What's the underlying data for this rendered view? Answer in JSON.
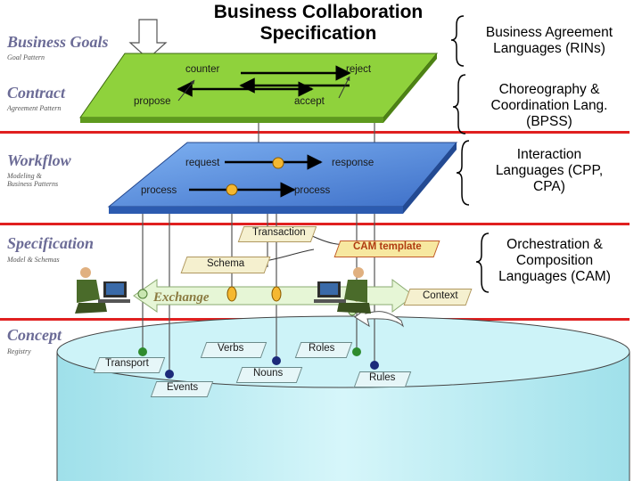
{
  "title": "Business Collaboration\nSpecification",
  "layers": {
    "goals": {
      "name": "Business Goals",
      "sub": "Goal Pattern"
    },
    "contract": {
      "name": "Contract",
      "sub": "Agreement Pattern"
    },
    "workflow": {
      "name": "Workflow",
      "sub": "Modeling &\nBusiness Patterns"
    },
    "specification": {
      "name": "Specification",
      "sub": "Model & Schemas"
    },
    "concept": {
      "name": "Concept",
      "sub": "Registry"
    }
  },
  "languages": [
    "Business Agreement\nLanguages (RINs)",
    "Choreography &\nCoordination Lang.\n(BPSS)",
    "Interaction\nLanguages (CPP,\nCPA)",
    "Orchestration &\nComposition\nLanguages (CAM)"
  ],
  "contract_plane": {
    "counter": "counter",
    "reject": "reject",
    "propose": "propose",
    "accept": "accept"
  },
  "workflow_plane": {
    "request": "request",
    "response": "response",
    "process_left": "process",
    "process_right": "process"
  },
  "spec_labels": {
    "transaction": "Transaction",
    "cam_template": "CAM template",
    "schema": "Schema",
    "context": "Context",
    "exchange": "Exchange"
  },
  "concept_labels": {
    "verbs": "Verbs",
    "roles": "Roles",
    "transport": "Transport",
    "nouns": "Nouns",
    "rules": "Rules",
    "events": "Events"
  },
  "colors": {
    "contract_plane": "#8fd23c",
    "workflow_plane": "#6a9ee8",
    "cylinder": "#bfeef4",
    "separator": "#e02020",
    "label_box": "#f5f0cf",
    "layer_name": "#6b6b96"
  }
}
